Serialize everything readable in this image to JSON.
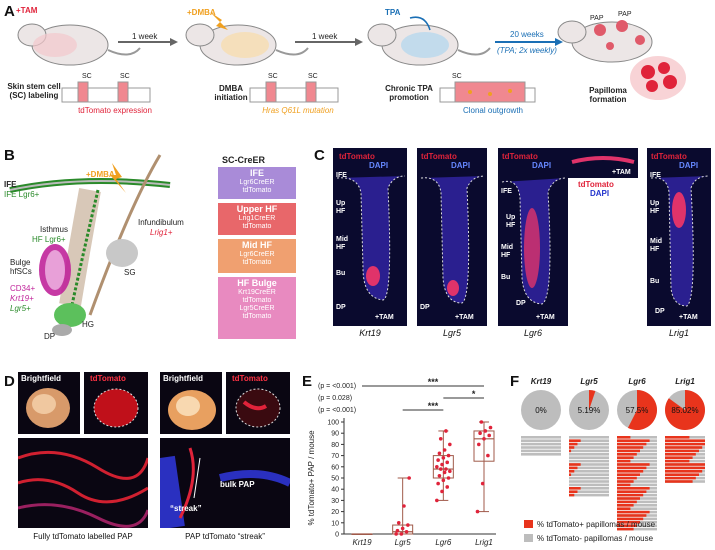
{
  "panels": {
    "a": "A",
    "b": "B",
    "c": "C",
    "d": "D",
    "e": "E",
    "f": "F"
  },
  "panelA": {
    "tam": "+TAM",
    "dmba": "+DMBA",
    "tpa": "TPA",
    "week1": "1 week",
    "week2": "1 week",
    "weeks20": "20 weeks",
    "tpa_freq": "(TPA; 2x weekly)",
    "sc": "SC",
    "pap": "PAP",
    "step1_title": "Skin stem cell (SC) labeling",
    "step1_sub": "tdTomato expression",
    "step2_title": "DMBA initiation",
    "step2_sub": "Hras Q61L mutation",
    "step3_title": "Chronic TPA promotion",
    "step3_sub": "Clonal outgrowth",
    "step4_title": "Papilloma formation"
  },
  "panelB": {
    "dmba": "+DMBA",
    "ife": "IFE",
    "ife_lgr6": "IFE Lgr6+",
    "infundibulum": "Infundibulum",
    "lrig1": "Lrig1+",
    "isthmus": "Isthmus",
    "hf_lgr6": "HF Lgr6+",
    "bulge": "Bulge hfSCs",
    "cd34": "CD34+",
    "krt19": "Krt19+",
    "lgr5": "Lgr5+",
    "sg": "SG",
    "hg": "HG",
    "dp": "DP",
    "screer": "SC-CreER",
    "boxes": [
      {
        "head": "IFE",
        "l1": "Lgr6CreER",
        "l2": "tdTomato",
        "color": "#a98bd8"
      },
      {
        "head": "Upper HF",
        "l1": "Lrig1CreER",
        "l2": "tdTomato",
        "color": "#e8676a"
      },
      {
        "head": "Mid HF",
        "l1": "Lgr6CreER",
        "l2": "tdTomato",
        "color": "#f0a070"
      },
      {
        "head": "HF Bulge",
        "l1": "Krt19CreER",
        "l2": "tdTomato",
        "l3": "Lgr5CreER",
        "l4": "tdTomato",
        "color": "#e88ac0"
      }
    ]
  },
  "panelC": {
    "tdtomato": "tdTomato",
    "dapi": "DAPI",
    "tam": "+TAM",
    "ife": "IFE",
    "up": "Up",
    "hf": "HF",
    "mid": "Mid",
    "bu": "Bu",
    "dp": "DP",
    "genes": [
      "Krt19",
      "Lgr5",
      "Lgr6",
      "Lrig1"
    ]
  },
  "panelD": {
    "brightfield": "Brightfield",
    "tdtomato": "tdTomato",
    "streak": "“streak”",
    "bulk": "bulk PAP",
    "cap_left": "Fully tdTomato labelled PAP",
    "cap_right": "PAP tdTomato “streak”"
  },
  "chart_data": {
    "type": "box",
    "ylabel": "% tdTomato+ PAP / mouse",
    "categories": [
      "Krt19",
      "Lgr5",
      "Lgr6",
      "Lrig1"
    ],
    "ylim": [
      0,
      100
    ],
    "yticks": [
      0,
      10,
      20,
      30,
      40,
      50,
      60,
      70,
      80,
      90,
      100
    ],
    "boxes": [
      {
        "name": "Krt19",
        "min": 0,
        "q1": 0,
        "median": 0,
        "q3": 0,
        "max": 0
      },
      {
        "name": "Lgr5",
        "min": 0,
        "q1": 0,
        "median": 2,
        "q3": 8,
        "max": 50
      },
      {
        "name": "Lgr6",
        "min": 30,
        "q1": 50,
        "median": 58,
        "q3": 70,
        "max": 92
      },
      {
        "name": "Lrig1",
        "min": 20,
        "q1": 65,
        "median": 85,
        "q3": 92,
        "max": 100
      }
    ],
    "points": [
      {
        "cat": 1,
        "vals": [
          0,
          0,
          2,
          3,
          5,
          8,
          10,
          25,
          50
        ]
      },
      {
        "cat": 2,
        "vals": [
          30,
          38,
          42,
          45,
          48,
          50,
          52,
          55,
          56,
          58,
          58,
          60,
          62,
          64,
          66,
          68,
          70,
          72,
          75,
          80,
          85,
          92
        ]
      },
      {
        "cat": 3,
        "vals": [
          20,
          45,
          70,
          80,
          85,
          88,
          90,
          92,
          95,
          100
        ]
      }
    ],
    "significance": [
      {
        "label": "(p = <0.001)",
        "stars": "***",
        "from": 0,
        "to": 3
      },
      {
        "label": "(p = 0.028)",
        "stars": "*",
        "from": 2,
        "to": 3
      },
      {
        "label": "(p = <0.001)",
        "stars": "***",
        "from": 1,
        "to": 2
      }
    ],
    "box_color": "#a05a4a",
    "point_color": "#e0233a"
  },
  "panelF": {
    "pies": [
      {
        "name": "Krt19",
        "label": "0%",
        "pct": 0
      },
      {
        "name": "Lgr5",
        "label": "5.19%",
        "pct": 5.19
      },
      {
        "name": "Lgr6",
        "label": "57.5%",
        "pct": 57.5
      },
      {
        "name": "Lrig1",
        "label": "85.02%",
        "pct": 85.02
      }
    ],
    "legend_pos": "% tdTomato+ papillomas / mouse",
    "legend_neg": "% tdTomato- papillomas / mouse",
    "color_pos": "#e8341c",
    "color_neg": "#bdbdbd"
  }
}
